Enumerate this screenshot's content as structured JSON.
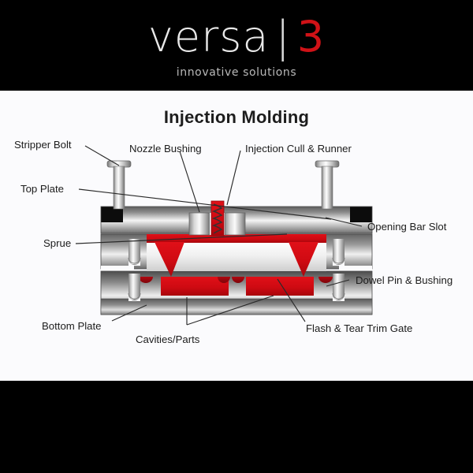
{
  "brand": {
    "name": "versa",
    "separator": "|",
    "number": "3",
    "tagline": "innovative solutions",
    "accent_color": "#d01217",
    "text_color": "#e8e8e8",
    "background_color": "#000000"
  },
  "diagram": {
    "title": "Injection Molding",
    "panel_background": "#fbfbfd",
    "part_color": "#cf0a12",
    "metal_light": "#f2f2f2",
    "metal_dark": "#3c3c3c",
    "labels": {
      "stripper_bolt": "Stripper Bolt",
      "nozzle_bushing": "Nozzle Bushing",
      "injection_cull_runner": "Injection Cull & Runner",
      "top_plate": "Top Plate",
      "opening_bar_slot": "Opening Bar Slot",
      "sprue": "Sprue",
      "dowel_pin_bushing": "Dowel Pin & Bushing",
      "bottom_plate": "Bottom Plate",
      "cavities_parts": "Cavities/Parts",
      "flash_tear_trim_gate": "Flash & Tear Trim Gate"
    }
  }
}
